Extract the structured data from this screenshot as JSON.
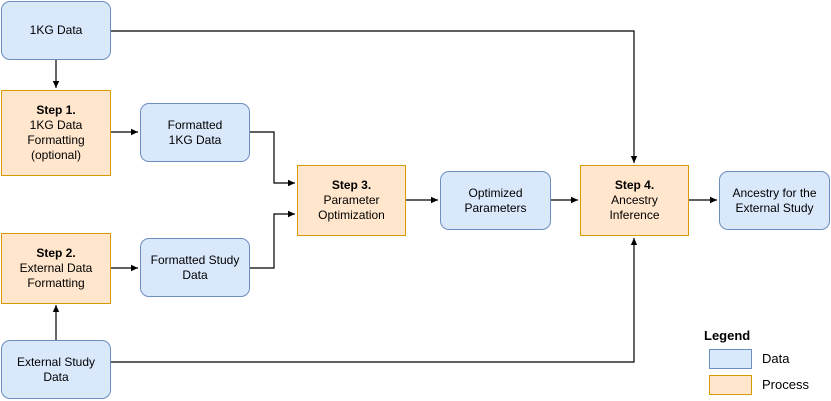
{
  "colors": {
    "data_fill": "#dae8fc",
    "data_stroke": "#6c8ebf",
    "process_fill": "#ffe6cc",
    "process_stroke": "#d79b00",
    "line": "#000000"
  },
  "nodes": {
    "kg_data": {
      "lines": [
        "1KG Data"
      ]
    },
    "step1": {
      "step": "Step 1.",
      "lines": [
        "1KG Data",
        "Formatting",
        "(optional)"
      ]
    },
    "formatted_kg": {
      "lines": [
        "Formatted",
        "1KG Data"
      ]
    },
    "step2": {
      "step": "Step 2.",
      "lines": [
        "External Data",
        "Formatting"
      ]
    },
    "formatted_study": {
      "lines": [
        "Formatted Study",
        "Data"
      ]
    },
    "external_study": {
      "lines": [
        "External Study",
        "Data"
      ]
    },
    "step3": {
      "step": "Step 3.",
      "lines": [
        "Parameter",
        "Optimization"
      ]
    },
    "optimized": {
      "lines": [
        "Optimized",
        "Parameters"
      ]
    },
    "step4": {
      "step": "Step 4.",
      "lines": [
        "Ancestry",
        "Inference"
      ]
    },
    "ancestry": {
      "lines": [
        "Ancestry for the",
        "External Study"
      ]
    }
  },
  "legend": {
    "title": "Legend",
    "data_label": "Data",
    "process_label": "Process"
  }
}
